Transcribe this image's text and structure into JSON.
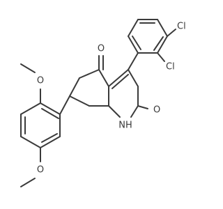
{
  "molecule": {
    "labels": {
      "cl_upper": "Cl",
      "cl_lower": "Cl",
      "o_ketone": "O",
      "o_amide": "O",
      "nh": "NH",
      "o_methoxy_upper": "O",
      "o_methoxy_lower": "O"
    },
    "bond_color": "#3a3a3a",
    "background": "#ffffff"
  }
}
